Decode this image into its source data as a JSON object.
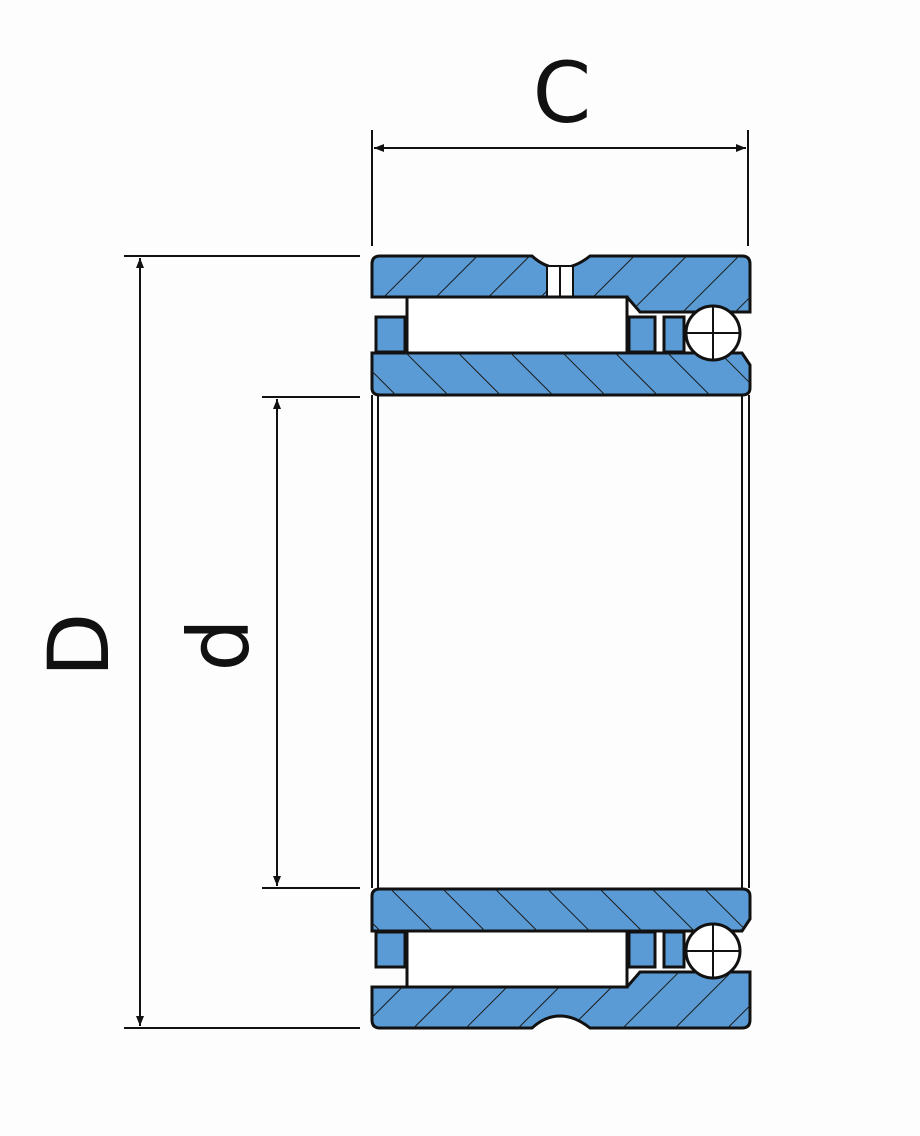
{
  "labels": {
    "width": "C",
    "outer_diameter": "D",
    "bore_diameter": "d"
  },
  "colors": {
    "section_fill": "#5b9bd5",
    "line": "#111111"
  }
}
